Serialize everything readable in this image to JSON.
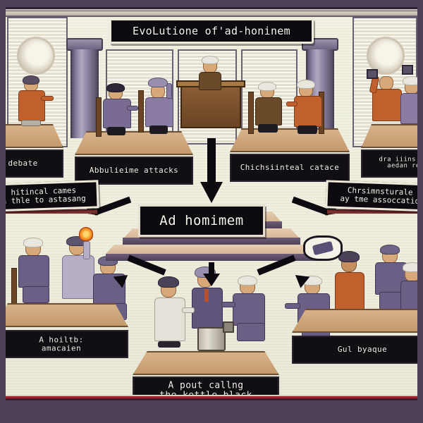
{
  "title": {
    "text": "EvoLutione of'ad-honinem"
  },
  "center": {
    "label": "Ad homimem"
  },
  "nodes": {
    "top_row": [
      {
        "name": "top-node-1",
        "label": "uall debate"
      },
      {
        "name": "top-node-2",
        "label": "Abbulieime attacks"
      },
      {
        "name": "top-node-3",
        "label": "Chichsiinteal catace"
      },
      {
        "name": "top-node-4",
        "label": "dra iiins ielliad\naedan rectect"
      }
    ],
    "mid_row": [
      {
        "name": "mid-node-left",
        "label": "hitincal cames\nn thle to astasang"
      },
      {
        "name": "mid-node-right",
        "label": "Chrsimnsturale\nay tme assoccatio"
      }
    ],
    "bottom_row": [
      {
        "name": "bottom-node-left",
        "label": "A hoiltb:\namacaien"
      },
      {
        "name": "bottom-node-center",
        "label": "A pout callng\nthe kettle black"
      },
      {
        "name": "bottom-node-right",
        "label": "Gul byaque"
      }
    ]
  },
  "icons": {
    "down_arrow": "down-arrow-icon",
    "thought_bubble": "thought-bubble-icon",
    "torch": "torch-icon",
    "kettle": "kettle-icon"
  },
  "colors": {
    "frame": "#4c4157",
    "sign_bg": "#0d0b10",
    "sign_border": "#efe9dc",
    "sign_text": "#f4f2ea",
    "column": "#8c82a0",
    "platform_top": "#c49a6d",
    "platform_side": "#7d5b3c",
    "robe_purple": "#7a6b93",
    "robe_orange": "#c0602c",
    "wall": "#efeedd",
    "accent_red": "#8d2b2b"
  }
}
